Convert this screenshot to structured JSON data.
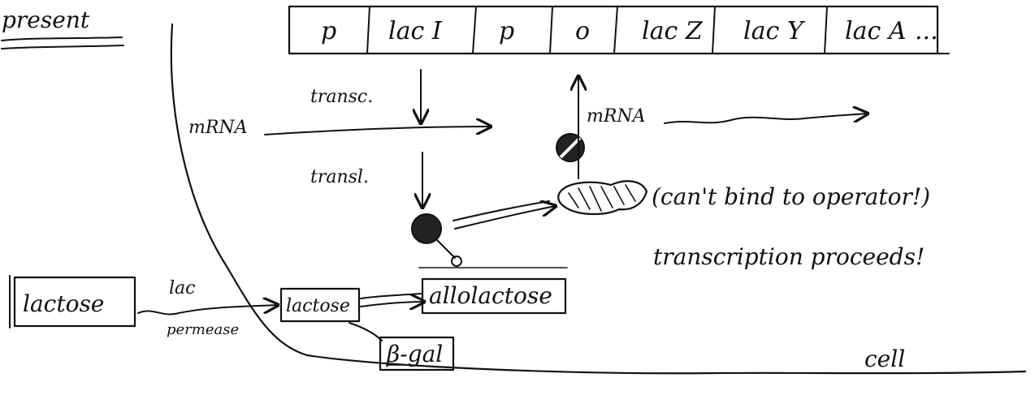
{
  "heading": "present",
  "operon": {
    "genes": [
      "p",
      "lac I",
      "p",
      "o",
      "lac Z",
      "lac Y",
      "lac A"
    ],
    "ellipsis": "..."
  },
  "labels": {
    "transc": "transc.",
    "transl": "transl.",
    "mrna_left": "mRNA",
    "mrna_right": "mRNA",
    "cant_bind": "(can't bind to operator!)",
    "proceeds": "transcription proceeds!",
    "lac": "lac",
    "permease": "permease",
    "cell": "cell"
  },
  "boxes": {
    "lactose_outside": "lactose",
    "lactose_inside": "lactose",
    "allolactose": "allolactose",
    "beta_gal": "β-gal"
  }
}
